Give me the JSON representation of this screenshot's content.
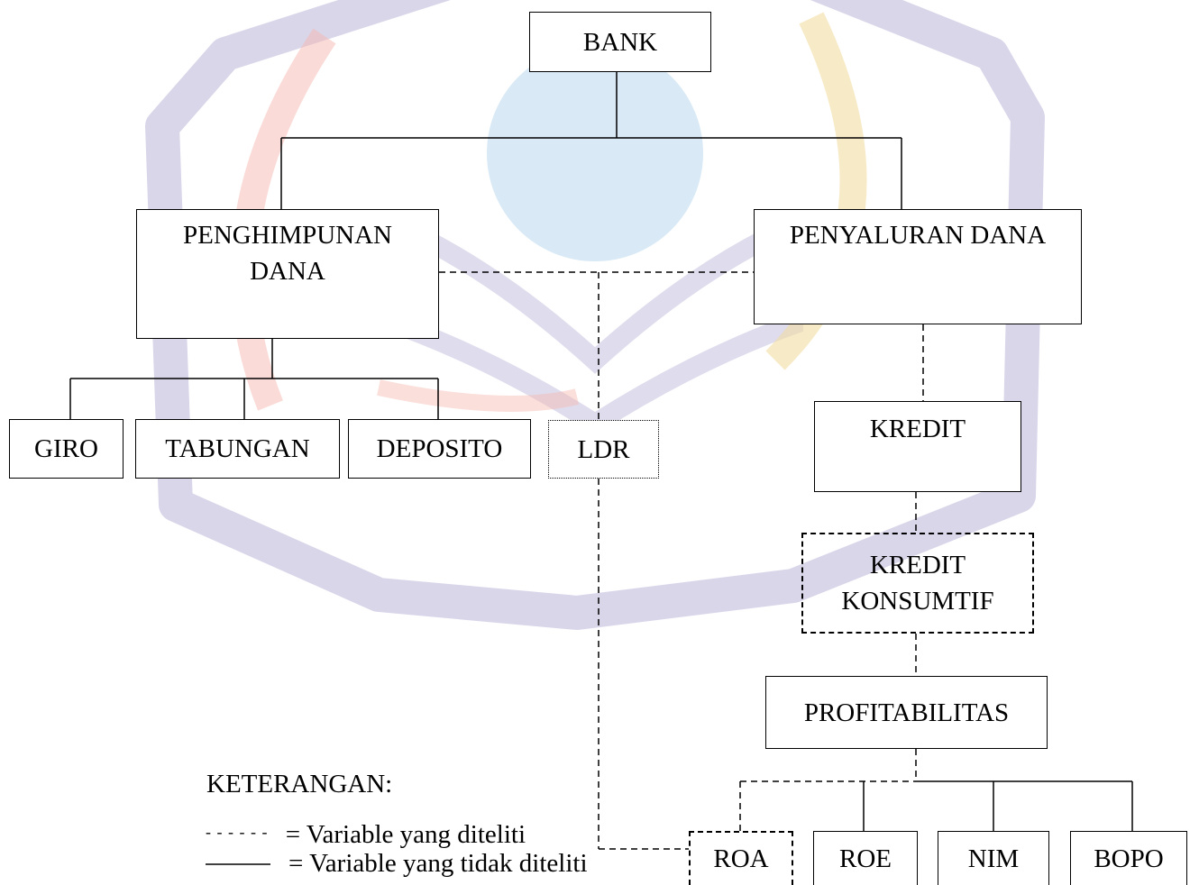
{
  "boxes": {
    "bank": "BANK",
    "penghimpunan": [
      "PENGHIMPUNAN",
      "DANA"
    ],
    "penyaluran": "PENYALURAN DANA",
    "giro": "GIRO",
    "tabungan": "TABUNGAN",
    "deposito": "DEPOSITO",
    "ldr": "LDR",
    "kredit": "KREDIT",
    "kredit_konsumtif": [
      "KREDIT",
      "KONSUMTIF"
    ],
    "profitabilitas": "PROFITABILITAS",
    "roa": "ROA",
    "roe": "ROE",
    "nim": "NIM",
    "bopo": "BOPO"
  },
  "legend": {
    "title": "KETERANGAN:",
    "dashed_symbol": "- - - - - -",
    "dashed_text": "= Variable yang diteliti",
    "solid_text": "= Variable yang tidak diteliti"
  },
  "colors": {
    "line": "#000000",
    "watermark_outline": "#b9b4d8",
    "watermark_globe": "#b9d8ee",
    "watermark_leaf": "#f6b8b0",
    "watermark_gold": "#f1dca2"
  }
}
